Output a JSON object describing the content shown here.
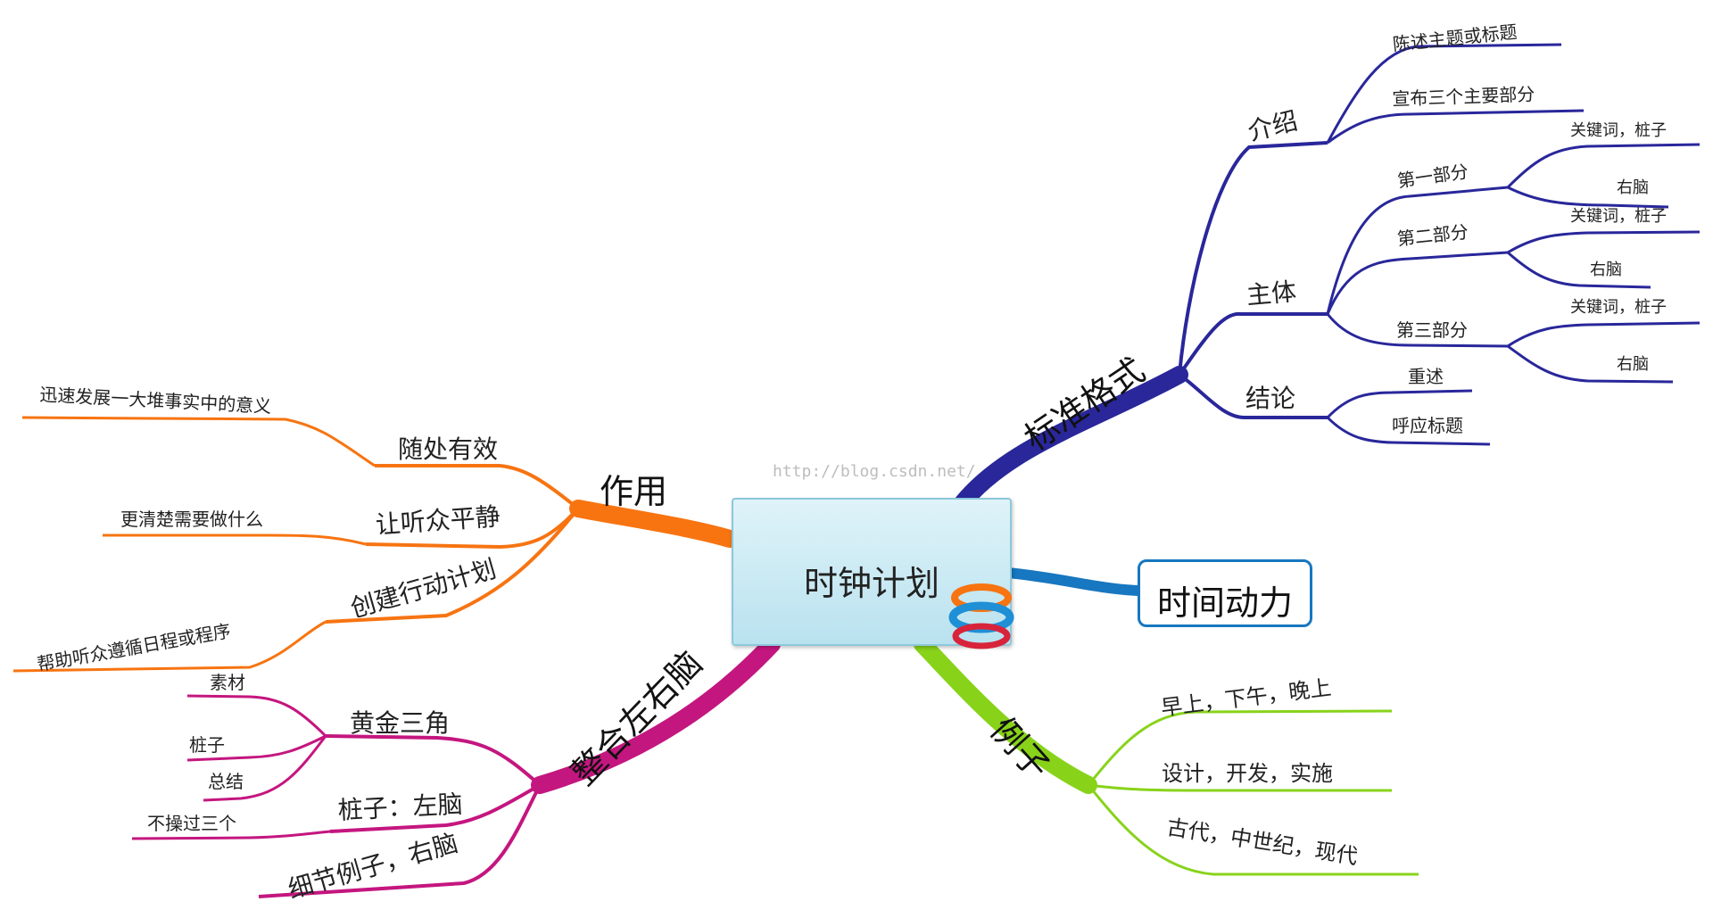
{
  "center": {
    "title": "时钟计划"
  },
  "watermark": "http://blog.csdn.net/",
  "floating": {
    "title": "时间动力"
  },
  "colors": {
    "standard": "#29279a",
    "function": "#f77411",
    "example": "#88d31a",
    "integrate": "#c4167f",
    "floating": "#1777c0"
  },
  "branches": {
    "standard": {
      "label": "标准格式",
      "intro": {
        "label": "介绍",
        "items": [
          "陈述主题或标题",
          "宣布三个主要部分"
        ]
      },
      "body": {
        "label": "主体",
        "parts": [
          {
            "label": "第一部分",
            "items": [
              "关键词，桩子",
              "右脑"
            ]
          },
          {
            "label": "第二部分",
            "items": [
              "关键词，桩子",
              "右脑"
            ]
          },
          {
            "label": "第三部分",
            "items": [
              "关键词，桩子",
              "右脑"
            ]
          }
        ]
      },
      "conclusion": {
        "label": "结论",
        "items": [
          "重述",
          "呼应标题"
        ]
      }
    },
    "function": {
      "label": "作用",
      "items": [
        {
          "label": "随处有效",
          "sub": "迅速发展一大堆事实中的意义"
        },
        {
          "label": "让听众平静",
          "sub": "更清楚需要做什么"
        },
        {
          "label": "创建行动计划",
          "sub": "帮助听众遵循日程或程序"
        }
      ]
    },
    "example": {
      "label": "例子",
      "items": [
        "早上，下午，晚上",
        "设计，开发，实施",
        "古代，中世纪，现代"
      ]
    },
    "integrate": {
      "label": "整合左右脑",
      "golden": {
        "label": "黄金三角",
        "items": [
          "素材",
          "桩子",
          "总结"
        ]
      },
      "peg": {
        "label": "桩子：左脑",
        "items": [
          "不操过三个"
        ]
      },
      "detail": {
        "label": "细节例子，右脑"
      }
    }
  }
}
